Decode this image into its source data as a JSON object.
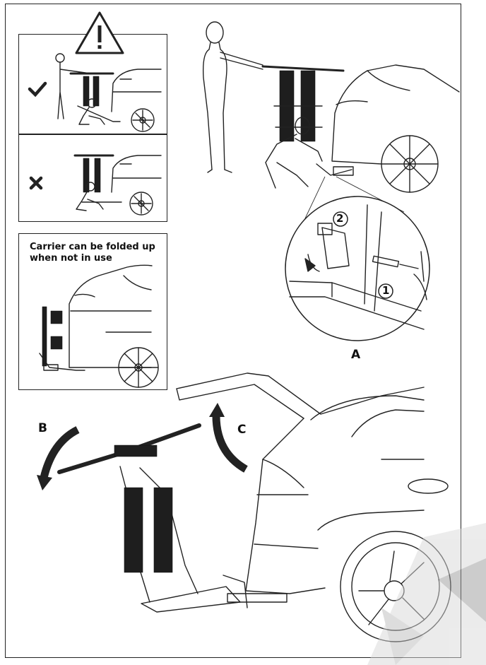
{
  "note": {
    "line1": "Carrier can be folded up",
    "line2": "when not in use"
  },
  "step_numbers": {
    "first": "1",
    "second": "2"
  },
  "labels": {
    "A": "A",
    "B": "B",
    "C": "C"
  },
  "icons": {
    "warning": "warning-triangle-icon",
    "correct": "checkmark-icon",
    "incorrect": "cross-icon"
  },
  "colors": {
    "ink": "#222222",
    "watermark": "#d9d9d9"
  }
}
